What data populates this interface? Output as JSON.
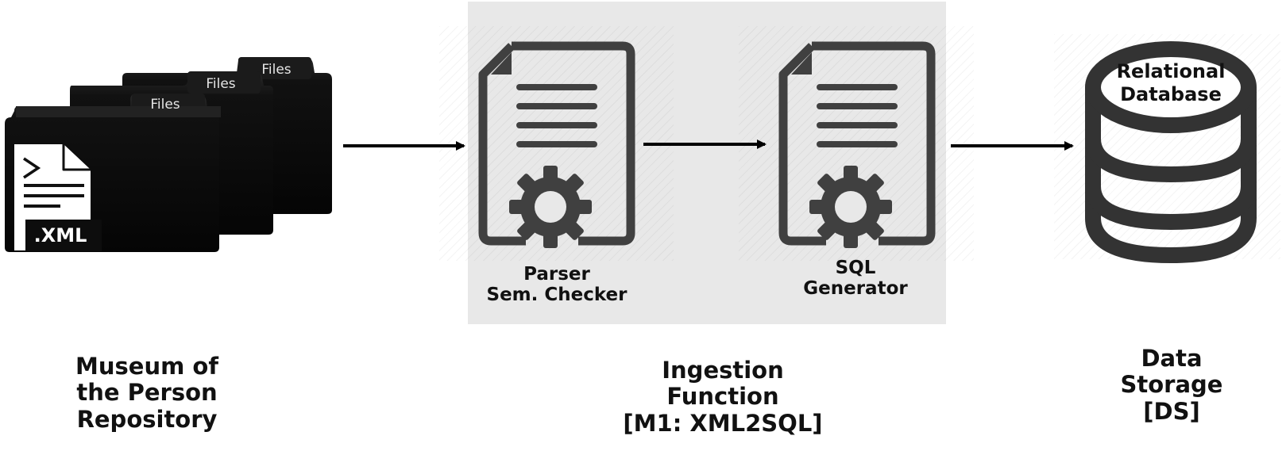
{
  "repository": {
    "folder_tab_1": "Files",
    "folder_tab_2": "Files",
    "folder_tab_3": "Files",
    "file_badge": ".XML",
    "caption": "Museum of\nthe Person\nRepository"
  },
  "ingestion": {
    "parser_label": "Parser\nSem. Checker",
    "sql_label": "SQL\nGenerator",
    "caption": "Ingestion\nFunction\n[M1: XML2SQL]"
  },
  "storage": {
    "db_label": "Relational\nDatabase",
    "caption": "Data\nStorage\n[DS]"
  },
  "colors": {
    "icon_dark": "#404040",
    "folder_black": "#0d0d0d",
    "panel_gray": "#e8e8e8"
  }
}
